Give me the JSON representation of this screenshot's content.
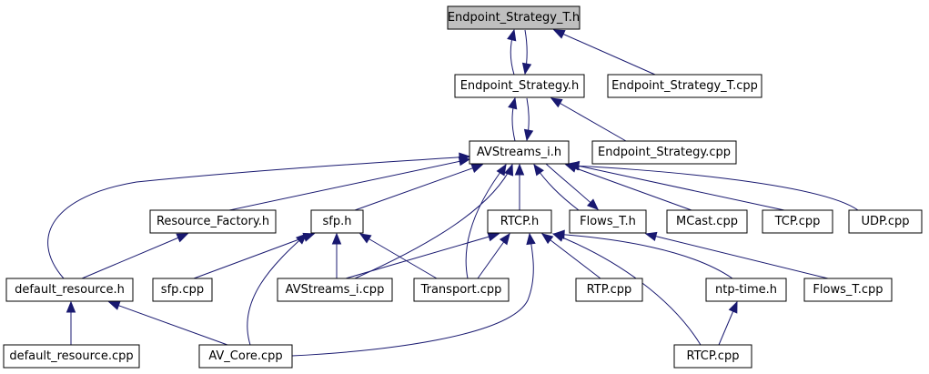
{
  "diagram": {
    "edge_color": "#191970",
    "root_fill": "#bfbfbf",
    "nodes": [
      {
        "id": "ep_strat_t_h",
        "label": "Endpoint_Strategy_T.h"
      },
      {
        "id": "ep_strat_h",
        "label": "Endpoint_Strategy.h"
      },
      {
        "id": "ep_strat_t_cpp",
        "label": "Endpoint_Strategy_T.cpp"
      },
      {
        "id": "avstreams_h",
        "label": "AVStreams_i.h"
      },
      {
        "id": "ep_strat_cpp",
        "label": "Endpoint_Strategy.cpp"
      },
      {
        "id": "resource_factory_h",
        "label": "Resource_Factory.h"
      },
      {
        "id": "sfp_h",
        "label": "sfp.h"
      },
      {
        "id": "rtcp_h",
        "label": "RTCP.h"
      },
      {
        "id": "flows_t_h",
        "label": "Flows_T.h"
      },
      {
        "id": "mcast_cpp",
        "label": "MCast.cpp"
      },
      {
        "id": "tcp_cpp",
        "label": "TCP.cpp"
      },
      {
        "id": "udp_cpp",
        "label": "UDP.cpp"
      },
      {
        "id": "default_resource_h",
        "label": "default_resource.h"
      },
      {
        "id": "sfp_cpp",
        "label": "sfp.cpp"
      },
      {
        "id": "avstreams_cpp",
        "label": "AVStreams_i.cpp"
      },
      {
        "id": "transport_cpp",
        "label": "Transport.cpp"
      },
      {
        "id": "rtp_cpp",
        "label": "RTP.cpp"
      },
      {
        "id": "ntp_time_h",
        "label": "ntp-time.h"
      },
      {
        "id": "flows_t_cpp",
        "label": "Flows_T.cpp"
      },
      {
        "id": "default_resource_cpp",
        "label": "default_resource.cpp"
      },
      {
        "id": "av_core_cpp",
        "label": "AV_Core.cpp"
      },
      {
        "id": "rtcp_cpp",
        "label": "RTCP.cpp"
      }
    ],
    "edges": [
      {
        "from": "ep_strat_h",
        "to": "ep_strat_t_h"
      },
      {
        "from": "ep_strat_t_h",
        "to": "ep_strat_h"
      },
      {
        "from": "ep_strat_t_cpp",
        "to": "ep_strat_t_h"
      },
      {
        "from": "avstreams_h",
        "to": "ep_strat_h"
      },
      {
        "from": "ep_strat_h",
        "to": "avstreams_h"
      },
      {
        "from": "ep_strat_cpp",
        "to": "ep_strat_h"
      },
      {
        "from": "resource_factory_h",
        "to": "avstreams_h"
      },
      {
        "from": "sfp_h",
        "to": "avstreams_h"
      },
      {
        "from": "rtcp_h",
        "to": "avstreams_h"
      },
      {
        "from": "flows_t_h",
        "to": "avstreams_h"
      },
      {
        "from": "avstreams_h",
        "to": "flows_t_h"
      },
      {
        "from": "mcast_cpp",
        "to": "avstreams_h"
      },
      {
        "from": "tcp_cpp",
        "to": "avstreams_h"
      },
      {
        "from": "udp_cpp",
        "to": "avstreams_h"
      },
      {
        "from": "default_resource_h",
        "to": "avstreams_h"
      },
      {
        "from": "avstreams_cpp",
        "to": "avstreams_h"
      },
      {
        "from": "transport_cpp",
        "to": "avstreams_h"
      },
      {
        "from": "default_resource_h",
        "to": "resource_factory_h"
      },
      {
        "from": "sfp_cpp",
        "to": "sfp_h"
      },
      {
        "from": "avstreams_cpp",
        "to": "sfp_h"
      },
      {
        "from": "transport_cpp",
        "to": "sfp_h"
      },
      {
        "from": "av_core_cpp",
        "to": "sfp_h"
      },
      {
        "from": "avstreams_cpp",
        "to": "rtcp_h"
      },
      {
        "from": "transport_cpp",
        "to": "rtcp_h"
      },
      {
        "from": "rtp_cpp",
        "to": "rtcp_h"
      },
      {
        "from": "ntp_time_h",
        "to": "rtcp_h"
      },
      {
        "from": "rtcp_cpp",
        "to": "rtcp_h"
      },
      {
        "from": "av_core_cpp",
        "to": "rtcp_h"
      },
      {
        "from": "flows_t_cpp",
        "to": "flows_t_h"
      },
      {
        "from": "default_resource_cpp",
        "to": "default_resource_h"
      },
      {
        "from": "av_core_cpp",
        "to": "default_resource_h"
      },
      {
        "from": "rtcp_cpp",
        "to": "ntp_time_h"
      }
    ]
  }
}
